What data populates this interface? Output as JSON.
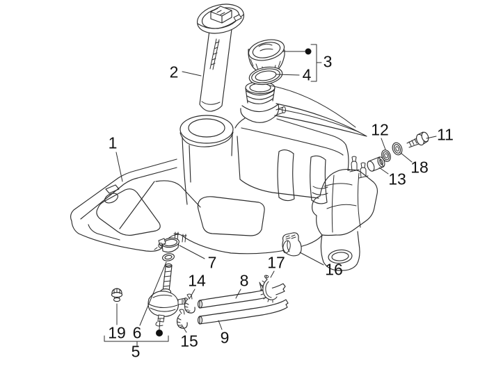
{
  "palette": {
    "background": "#ffffff",
    "line_color": "#2b2b2b",
    "label_color": "#111111"
  },
  "callouts": [
    {
      "id": "1",
      "label": "1"
    },
    {
      "id": "2",
      "label": "2"
    },
    {
      "id": "3",
      "label": "3",
      "grouped_with": "4",
      "marker": "bullet"
    },
    {
      "id": "4",
      "label": "4"
    },
    {
      "id": "5",
      "label": "5",
      "marker": "bullet",
      "bracket_over": [
        "19",
        "6"
      ]
    },
    {
      "id": "6",
      "label": "6"
    },
    {
      "id": "7",
      "label": "7"
    },
    {
      "id": "8",
      "label": "8"
    },
    {
      "id": "9",
      "label": "9"
    },
    {
      "id": "11",
      "label": "11"
    },
    {
      "id": "12",
      "label": "12"
    },
    {
      "id": "13",
      "label": "13"
    },
    {
      "id": "14",
      "label": "14"
    },
    {
      "id": "15",
      "label": "15"
    },
    {
      "id": "16",
      "label": "16"
    },
    {
      "id": "17",
      "label": "17"
    },
    {
      "id": "18",
      "label": "18"
    },
    {
      "id": "19",
      "label": "19"
    }
  ]
}
